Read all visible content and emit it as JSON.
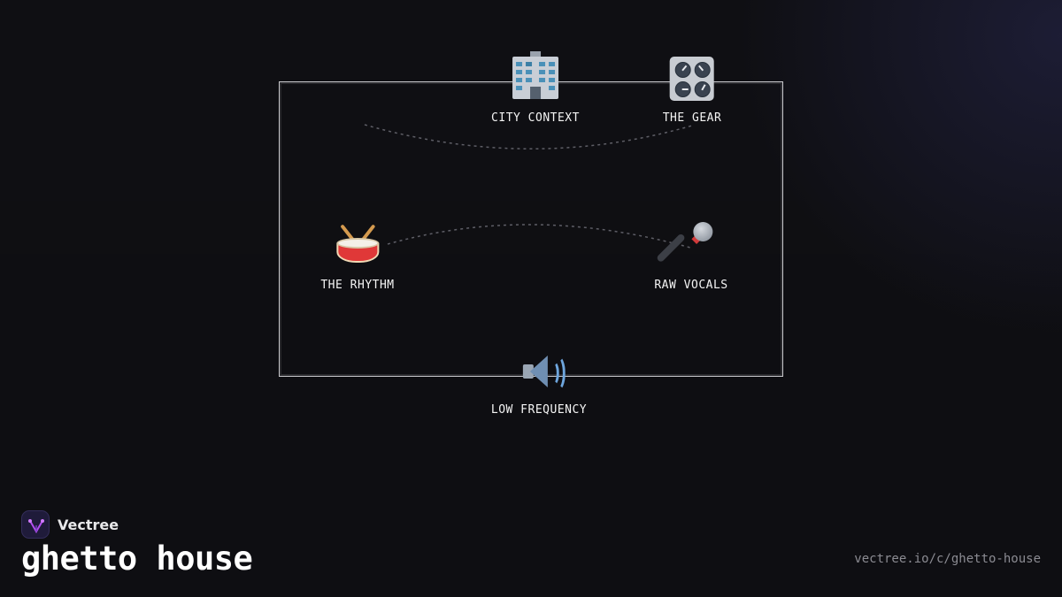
{
  "brand": {
    "name": "Vectree",
    "logo_icon": "vectree-logo-icon",
    "accent": "#b24df0"
  },
  "page": {
    "title": "ghetto house",
    "url": "vectree.io/c/ghetto-house"
  },
  "diagram": {
    "frame_color": "#c8c8cc",
    "link_color": "#6b6b72",
    "nodes": [
      {
        "id": "city-context",
        "label": "CITY CONTEXT",
        "icon": "office-building-icon"
      },
      {
        "id": "the-gear",
        "label": "THE GEAR",
        "icon": "control-knobs-icon"
      },
      {
        "id": "the-rhythm",
        "label": "THE RHYTHM",
        "icon": "drum-icon"
      },
      {
        "id": "raw-vocals",
        "label": "RAW VOCALS",
        "icon": "microphone-icon"
      },
      {
        "id": "low-frequency",
        "label": "LOW FREQUENCY",
        "icon": "speaker-icon"
      }
    ]
  }
}
